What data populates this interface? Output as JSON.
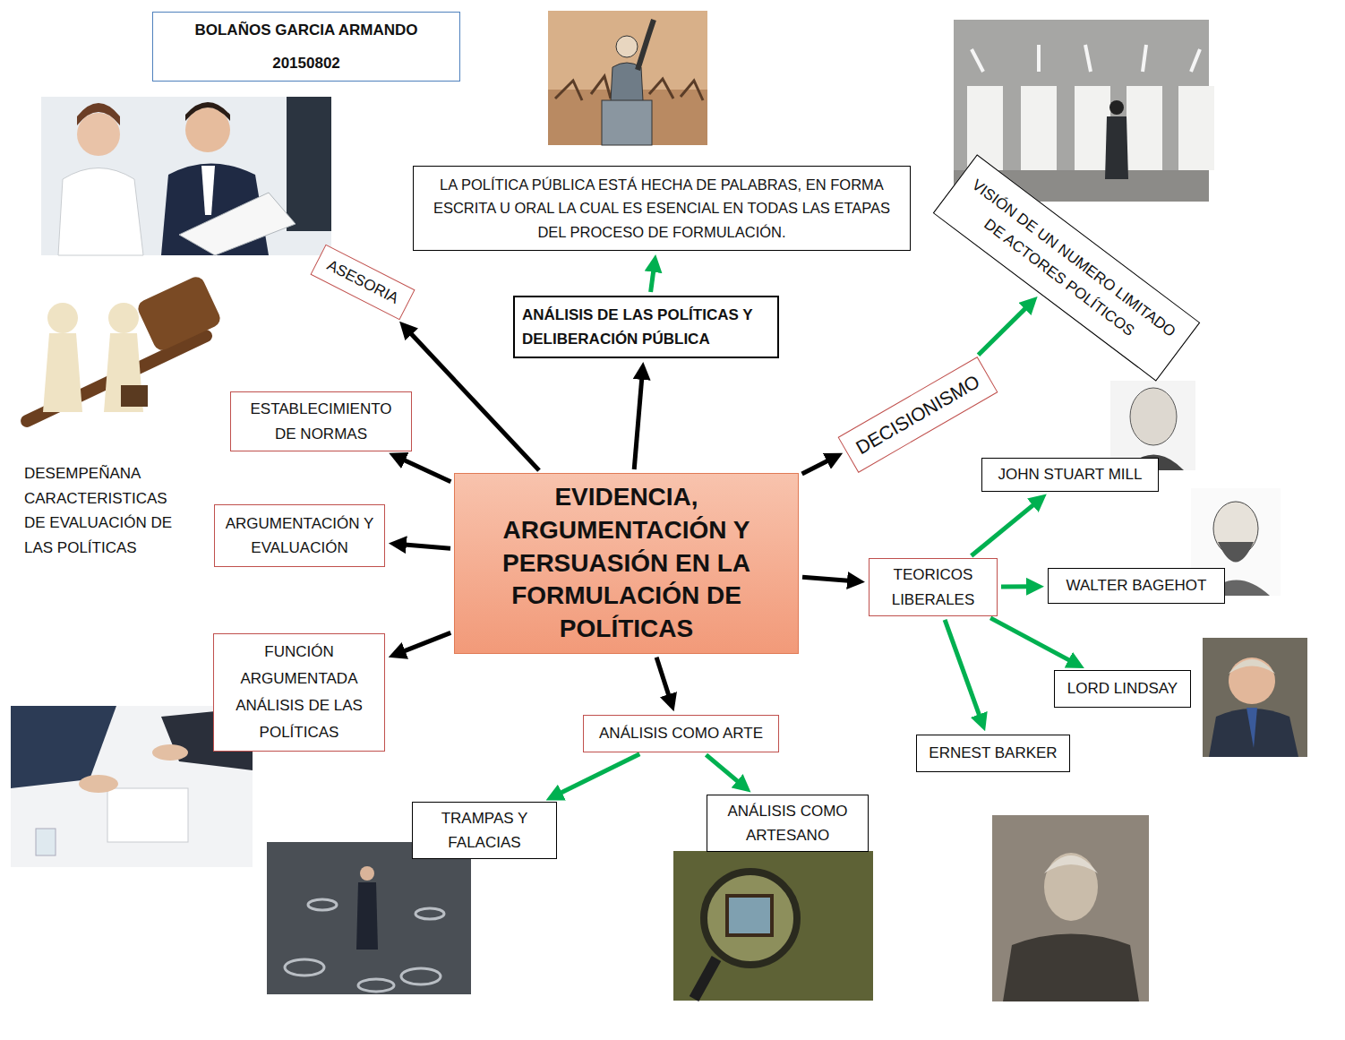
{
  "diagram": {
    "nodes": [
      {
        "text": [
          "BOLAÑOS GARCIA ARMANDO",
          "20150802"
        ]
      },
      {
        "text": [
          "LA POLÍTICA PÚBLICA ESTÁ HECHA DE PALABRAS, EN FORMA ESCRITA U ORAL LA CUAL ES ESENCIAL EN TODAS LAS ETAPAS DEL PROCESO DE FORMULACIÓN."
        ]
      },
      {
        "text": [
          "VISIÓN DE UN NUMERO LIMITADO DE ACTORES POLÍTICOS"
        ]
      },
      {
        "text": [
          "ASESORIA"
        ]
      },
      {
        "text": [
          "ANÁLISIS DE LAS POLÍTICAS Y DELIBERACIÓN PÚBLICA"
        ]
      },
      {
        "text": [
          "DECISIONISMO"
        ]
      },
      {
        "text": [
          "ESTABLECIMIENTO DE NORMAS"
        ]
      },
      {
        "text": [
          "JOHN STUART MILL"
        ]
      },
      {
        "text": [
          "EVIDENCIA, ARGUMENTACIÓN Y PERSUASIÓN EN LA FORMULACIÓN DE POLÍTICAS"
        ]
      },
      {
        "text": [
          "ARGUMENTACIÓN Y EVALUACIÓN"
        ]
      },
      {
        "text": [
          "TEORICOS LIBERALES"
        ]
      },
      {
        "text": [
          "WALTER BAGEHOT"
        ]
      },
      {
        "text": [
          "FUNCIÓN ARGUMENTADA ANÁLISIS DE LAS POLÍTICAS"
        ]
      },
      {
        "text": [
          "LORD LINDSAY"
        ]
      },
      {
        "text": [
          "ANÁLISIS COMO ARTE"
        ]
      },
      {
        "text": [
          "ERNEST BARKER"
        ]
      },
      {
        "text": [
          "TRAMPAS Y FALACIAS"
        ]
      },
      {
        "text": [
          "ANÁLISIS COMO ARTESANO"
        ]
      }
    ],
    "edges": [
      {
        "from": 8,
        "to": 3,
        "arrow": "to"
      },
      {
        "from": 8,
        "to": 4,
        "arrow": "to"
      },
      {
        "from": 4,
        "to": 1,
        "arrow": "to"
      },
      {
        "from": 8,
        "to": 5,
        "arrow": "to"
      },
      {
        "from": 5,
        "to": 2,
        "arrow": "to"
      },
      {
        "from": 8,
        "to": 6,
        "arrow": "to"
      },
      {
        "from": 8,
        "to": 9,
        "arrow": "to"
      },
      {
        "from": 8,
        "to": 12,
        "arrow": "to"
      },
      {
        "from": 8,
        "to": 14,
        "arrow": "to"
      },
      {
        "from": 14,
        "to": 16,
        "arrow": "to"
      },
      {
        "from": 14,
        "to": 17,
        "arrow": "to"
      },
      {
        "from": 8,
        "to": 10,
        "arrow": "to"
      },
      {
        "from": 10,
        "to": 7,
        "arrow": "to"
      },
      {
        "from": 10,
        "to": 11,
        "arrow": "to"
      },
      {
        "from": 10,
        "to": 13,
        "arrow": "to"
      },
      {
        "from": 10,
        "to": 15,
        "arrow": "to"
      }
    ],
    "labels": [
      "DESEMPEÑANA CARACTERISTICAS DE EVALUACIÓN DE LAS POLÍTICAS"
    ]
  }
}
